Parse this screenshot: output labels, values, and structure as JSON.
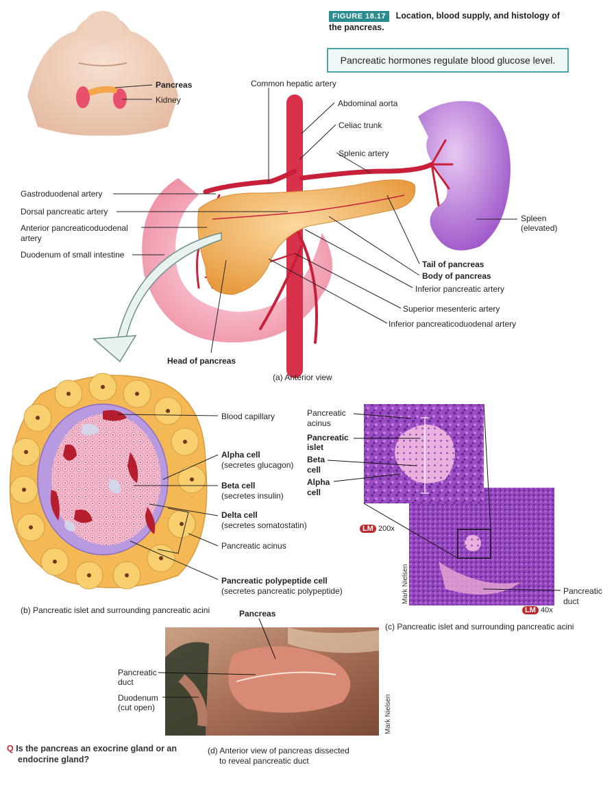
{
  "figure": {
    "number": "FIGURE 18.17",
    "title_line1": "Location, blood supply, and histology of",
    "title_line2": "the pancreas.",
    "callout": "Pancreatic hormones regulate blood glucose level."
  },
  "panel_a": {
    "torso_labels": {
      "pancreas": "Pancreas",
      "kidney": "Kidney"
    },
    "labels": {
      "common_hepatic_artery": "Common hepatic artery",
      "abdominal_aorta": "Abdominal aorta",
      "celiac_trunk": "Celiac trunk",
      "splenic_artery": "Splenic artery",
      "gastroduodenal_artery": "Gastroduodenal artery",
      "dorsal_pancreatic_artery": "Dorsal pancreatic artery",
      "anterior_pd_artery_1": "Anterior pancreaticoduodenal",
      "anterior_pd_artery_2": "artery",
      "duodenum": "Duodenum of small intestine",
      "spleen_1": "Spleen",
      "spleen_2": "(elevated)",
      "tail": "Tail of pancreas",
      "body": "Body of pancreas",
      "inferior_pancreatic_artery": "Inferior pancreatic artery",
      "superior_mesenteric_artery": "Superior mesenteric artery",
      "inferior_pd_artery": "Inferior pancreaticoduodenal artery",
      "head": "Head of pancreas"
    },
    "caption": "(a) Anterior view"
  },
  "panel_b": {
    "labels": {
      "blood_capillary": "Blood capillary",
      "alpha_cell": "Alpha cell",
      "alpha_desc": "(secretes glucagon)",
      "beta_cell": "Beta cell",
      "beta_desc": "(secretes insulin)",
      "delta_cell": "Delta cell",
      "delta_desc": "(secretes somatostatin)",
      "pancreatic_acinus": "Pancreatic acinus",
      "pp_cell": "Pancreatic polypeptide cell",
      "pp_desc": "(secretes pancreatic polypeptide)"
    },
    "caption": "(b) Pancreatic islet and surrounding pancreatic acini"
  },
  "panel_c": {
    "labels": {
      "acinus_1": "Pancreatic",
      "acinus_2": "acinus",
      "islet_1": "Pancreatic",
      "islet_2": "islet",
      "beta_1": "Beta",
      "beta_2": "cell",
      "alpha_1": "Alpha",
      "alpha_2": "cell",
      "duct_1": "Pancreatic",
      "duct_2": "duct"
    },
    "lm_badge": "LM",
    "mag_high": "200x",
    "mag_low": "40x",
    "credit": "Mark Nielsen",
    "caption": "(c) Pancreatic islet and surrounding pancreatic acini"
  },
  "panel_d": {
    "labels": {
      "pancreas": "Pancreas",
      "duct_1": "Pancreatic",
      "duct_2": "duct",
      "duodenum_1": "Duodenum",
      "duodenum_2": "(cut open)"
    },
    "credit": "Mark Nielsen",
    "caption_1": "(d) Anterior view of pancreas dissected",
    "caption_2": "to reveal pancreatic duct"
  },
  "question": {
    "mark": "Q",
    "line1": "Is the pancreas an exocrine gland or an",
    "line2": "endocrine gland?"
  },
  "colors": {
    "teal": "#2a8c91",
    "artery": "#c8203a",
    "pancreas": "#f2b15a",
    "duodenum": "#f3a6b6",
    "spleen": "#a96ad0",
    "acinus": "#f4c85a",
    "islet": "#f3b2c4",
    "stain": "#8a3fb3"
  }
}
